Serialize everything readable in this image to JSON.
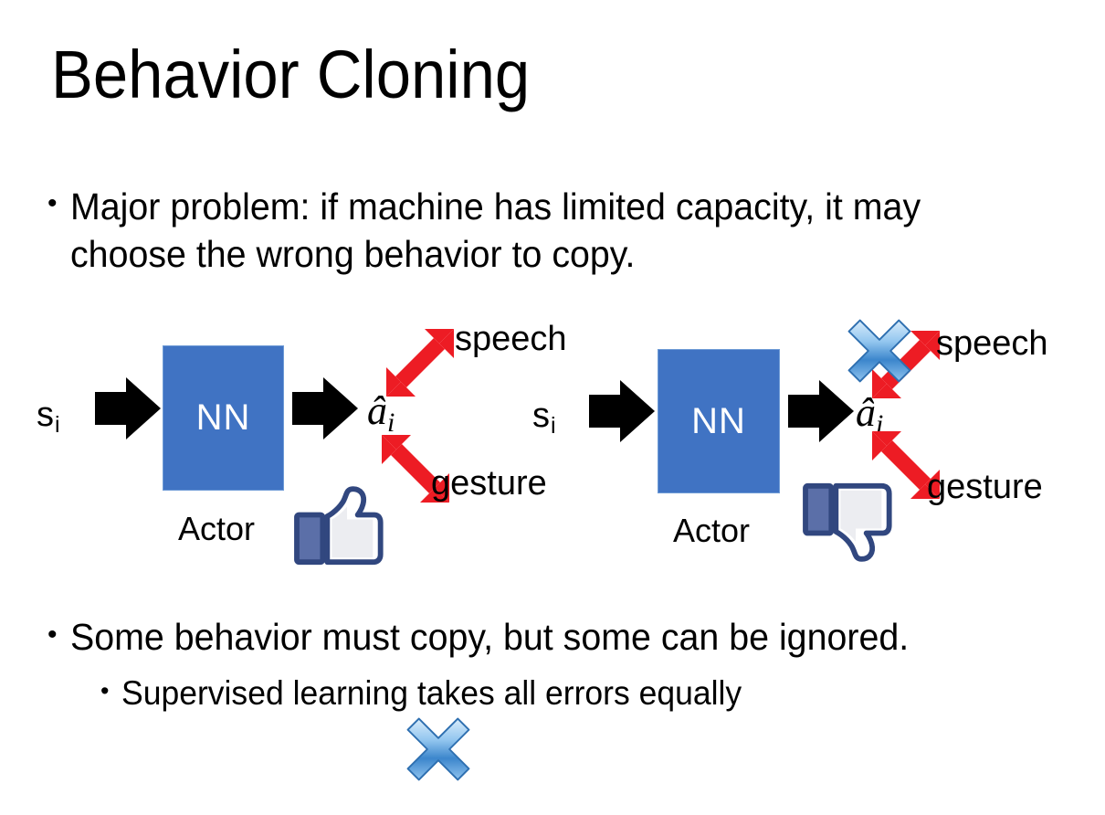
{
  "slide": {
    "title": "Behavior Cloning",
    "background_color": "#FFFFFF"
  },
  "bullets": [
    {
      "marker": "•",
      "text": "Major problem: if machine has limited capacity, it may choose the wrong behavior to copy.",
      "level": 1
    },
    {
      "marker": "•",
      "text": "Some behavior must copy, but some can be ignored.",
      "level": 1
    },
    {
      "marker": "•",
      "text": "Supervised learning takes all errors equally",
      "level": 2
    }
  ],
  "diagrams": [
    {
      "id": "diagram-left",
      "state_label": "s",
      "state_subscript": "i",
      "box_label": "NN",
      "box_caption": "Actor",
      "action_label": "â",
      "action_subscript": "i",
      "output_top": "speech",
      "output_bottom": "gesture",
      "crossed_output": "gesture",
      "verdict_icon": "thumbs-up-icon",
      "box_color": "#4073C3",
      "arrow_color": "#ED1C24",
      "cross_color": "#4A90D9",
      "thumb_color": "#3B5998"
    },
    {
      "id": "diagram-right",
      "state_label": "s",
      "state_subscript": "i",
      "box_label": "NN",
      "box_caption": "Actor",
      "action_label": "â",
      "action_subscript": "i",
      "output_top": "speech",
      "output_bottom": "gesture",
      "crossed_output": "speech",
      "verdict_icon": "thumbs-down-icon",
      "box_color": "#4073C3",
      "arrow_color": "#ED1C24",
      "cross_color": "#4A90D9",
      "thumb_color": "#3B5998"
    }
  ]
}
